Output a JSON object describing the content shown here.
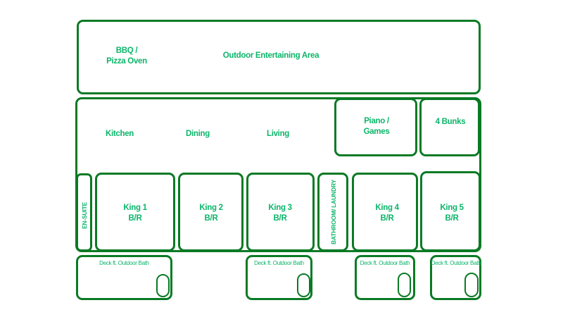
{
  "outdoor": {
    "bbq_label": "BBQ /\nPizza Oven",
    "area_label": "Outdoor Entertaining Area"
  },
  "house": {
    "kitchen": "Kitchen",
    "dining": "Dining",
    "living": "Living",
    "piano": "Piano /\nGames",
    "bunks": "4 Bunks"
  },
  "bedrooms": {
    "ensuite": "EN-SUITE",
    "king1": "King 1\nB/R",
    "king2": "King 2\nB/R",
    "king3": "King 3\nB/R",
    "bathroom": "BATHROOM/ LAUNDRY",
    "king4": "King 4\nB/R",
    "king5": "King 5\nB/R"
  },
  "decks": [
    {
      "label": "Deck ft. Outdoor Bath"
    },
    {
      "label": "Deck ft. Outdoor Bath"
    },
    {
      "label": "Deck ft. Outdoor Bath"
    },
    {
      "label": "Deck ft. Outdoor Bath"
    }
  ],
  "colors": {
    "wall": "#0a7a24",
    "text": "#0bb56a",
    "background": "#ffffff"
  }
}
